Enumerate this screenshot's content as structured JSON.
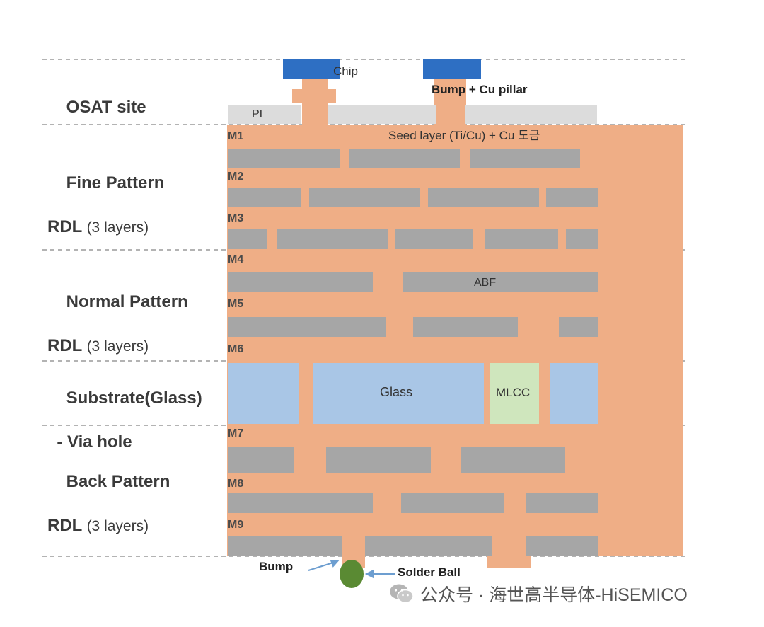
{
  "sections": [
    {
      "id": "osat",
      "title": "OSAT site",
      "subtitle": ""
    },
    {
      "id": "fine",
      "title": "Fine Pattern",
      "line2": "RDL",
      "subtitle": "(3 layers)"
    },
    {
      "id": "normal",
      "title": "Normal Pattern",
      "line2": "RDL",
      "subtitle": "(3 layers)"
    },
    {
      "id": "substrate",
      "title": "Substrate(Glass)",
      "line2": "  - Via hole",
      "subtitle": ""
    },
    {
      "id": "back",
      "title": "Back Pattern",
      "line2": "RDL",
      "subtitle": "(3 layers)"
    }
  ],
  "layers": [
    "M1",
    "M2",
    "M3",
    "M4",
    "M5",
    "M6",
    "M7",
    "M8",
    "M9"
  ],
  "labels": {
    "chip": "Chip",
    "bump_pillar": "Bump + Cu pillar",
    "pi": "PI",
    "seed": "Seed layer (Ti/Cu) + Cu 도금",
    "abf": "ABF",
    "glass": "Glass",
    "mlcc": "MLCC",
    "bump": "Bump",
    "solder_ball": "Solder Ball"
  },
  "watermark": "公众号 · 海世高半导体-HiSEMICO",
  "colors": {
    "copper": "#efae86",
    "metal": "#a6a6a6",
    "chip": "#2e6fc3",
    "pi": "#dcdcdc",
    "glass": "#a9c6e6",
    "mlcc": "#cfe6bd",
    "solder": "#5a8a33",
    "divider": "#9a9a9a"
  }
}
